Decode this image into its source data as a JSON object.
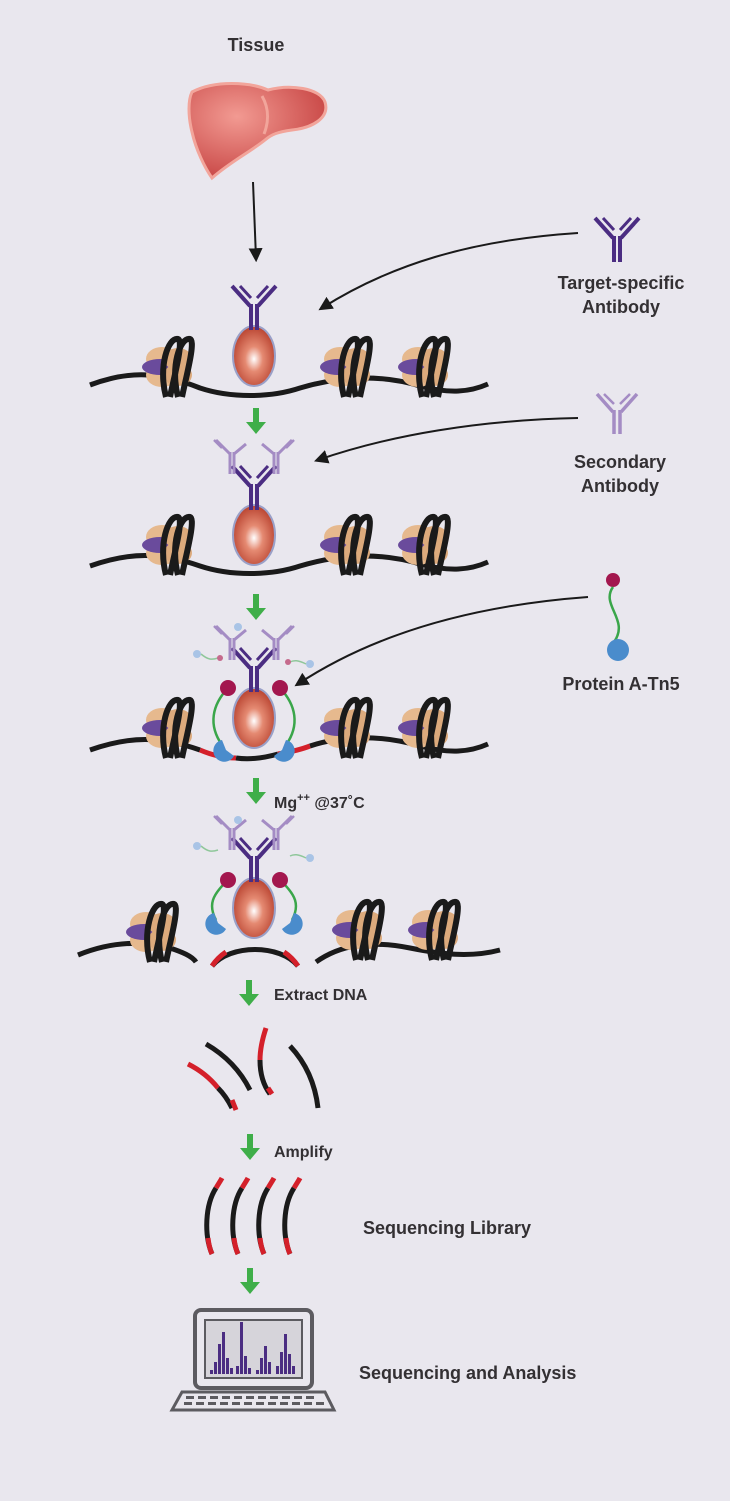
{
  "labels": {
    "tissue": "Tissue",
    "primary_antibody": [
      "Target-specific",
      "Antibody"
    ],
    "secondary_antibody": [
      "Secondary",
      "Antibody"
    ],
    "protein_a_tn5": "Protein A-Tn5",
    "mg": "Mg",
    "mg_superscript": "++",
    "mg_condition": " @37˚C",
    "extract_dna": "Extract DNA",
    "amplify": "Amplify",
    "sequencing_library": "Sequencing Library",
    "sequencing_analysis": "Sequencing and Analysis"
  },
  "colors": {
    "background": "#e9e7ee",
    "dna": "#1a1a1a",
    "cut_dna": "#d4202a",
    "nucleosome_outer": "#e6b98e",
    "nucleosome_core": "#6a4b9c",
    "primary_antibody": "#4b2d82",
    "secondary_antibody": "#a48cc4",
    "target_protein": "#c8402f",
    "protein_a": "#a3174e",
    "tn5": "#4a8ccc",
    "linker": "#3aa64a",
    "step_arrow": "#3fae49",
    "liver": "#c9484a",
    "chart_bars": "#4b2d82"
  },
  "icons": [
    "liver-icon",
    "antibody-icon",
    "nucleosome-icon",
    "laptop-icon"
  ]
}
